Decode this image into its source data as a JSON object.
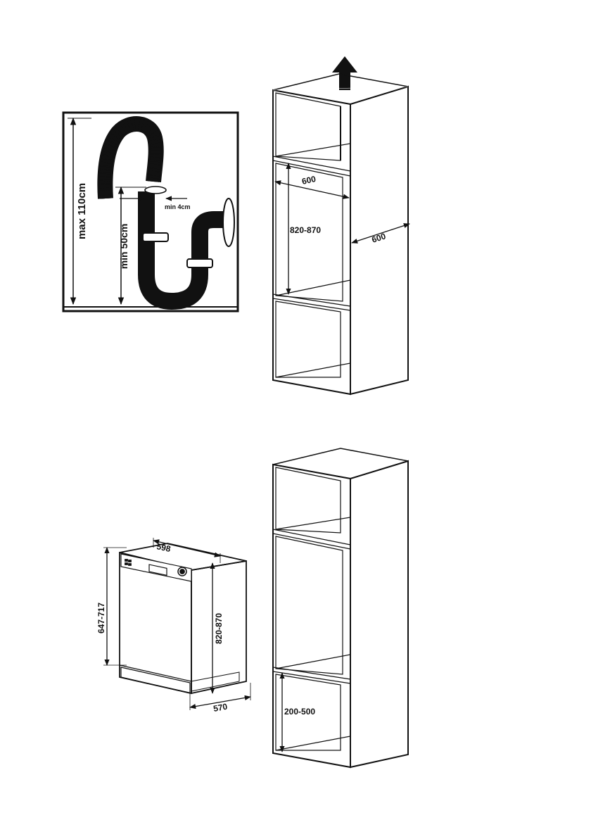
{
  "colors": {
    "ink": "#111111",
    "background": "#ffffff",
    "fill_dark": "#222222"
  },
  "drain_panel": {
    "max_height_label": "max 110cm",
    "min_height_label": "min 50cm",
    "pipe_diameter_label": "min 4cm"
  },
  "cabinet_top": {
    "width_label": "600",
    "depth_label": "600",
    "height_label": "820-870",
    "icons": [
      "ventilation-arrow-up-icon"
    ]
  },
  "dishwasher": {
    "width_label": "598",
    "depth_label": "570",
    "height_label": "820-870",
    "panel_height_label": "647-717"
  },
  "cabinet_bottom": {
    "plinth_height_label": "200-500"
  }
}
